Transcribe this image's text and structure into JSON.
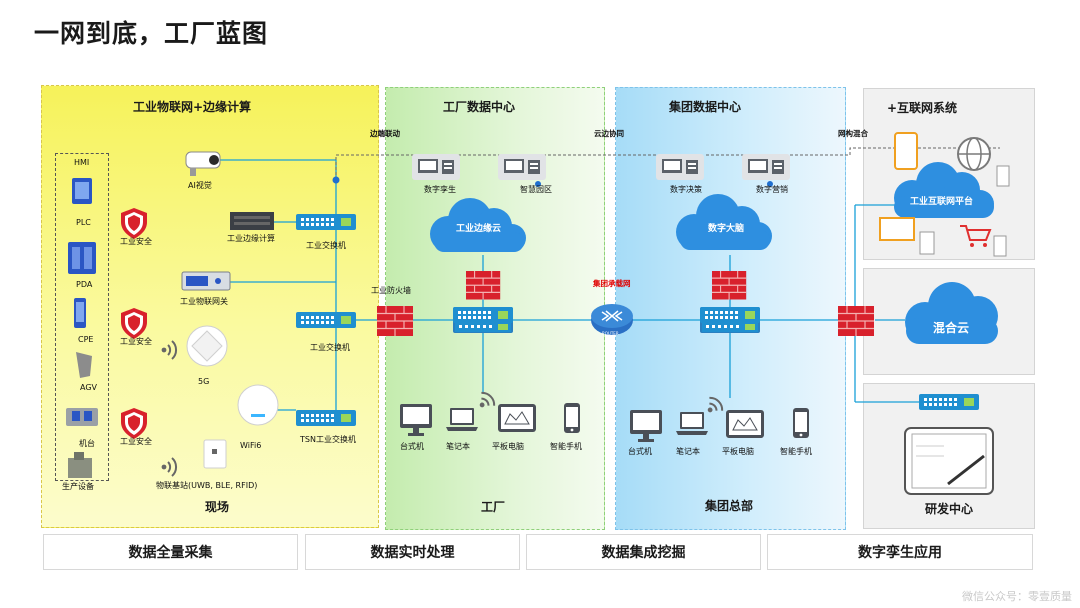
{
  "title": "一网到底，工厂蓝图",
  "zones": {
    "field": {
      "header": "工业物联网+边缘计算",
      "footer": "现场"
    },
    "factory": {
      "header": "工厂数据中心",
      "footer": "工厂"
    },
    "group": {
      "header": "集团数据中心",
      "footer": "集团总部"
    },
    "internet": {
      "header": "+互联网系统"
    },
    "research": {
      "footer": "研发中心"
    }
  },
  "links": {
    "edge_link": "边端联动",
    "cloud_edge": "云边协同",
    "hybrid": "网构混合",
    "firewall": "工业防火墙",
    "group_net": "集团承载网"
  },
  "devices": [
    "HMI",
    "PLC",
    "PDA",
    "CPE",
    "AGV",
    "机台",
    "生产设备"
  ],
  "field_items": {
    "ai_vision": "AI视觉",
    "edge_compute": "工业边缘计算",
    "iot_gateway": "工业物联网关",
    "ap_5g": "5G",
    "wifi6": "WiFi6",
    "iot_base": "物联基站(UWB, BLE, RFID)",
    "security": "工业安全",
    "switch": "工业交换机",
    "tsn_switch": "TSN工业交换机"
  },
  "factory_items": {
    "digital_twin": "数字孪生",
    "smart_park": "智慧园区",
    "cloud": "工业边缘云",
    "terminals": [
      "台式机",
      "笔记本",
      "平板电脑",
      "智能手机"
    ]
  },
  "group_items": {
    "decision": "数字决策",
    "marketing": "数字营销",
    "cloud": "数字大脑",
    "router": "ROUTER",
    "terminals": [
      "台式机",
      "笔记本",
      "平板电脑",
      "智能手机"
    ]
  },
  "internet_items": {
    "platform": "工业互联网平台"
  },
  "hybrid_cloud": "混合云",
  "bottom_bar": [
    "数据全量采集",
    "数据实时处理",
    "数据集成挖掘",
    "数字孪生应用"
  ],
  "watermark": "微信公众号：零壹质量",
  "colors": {
    "line": "#19a0d8",
    "firewall": "#d8212c",
    "switch": "#1f8fd0",
    "cloud": "#2e8fe0"
  }
}
